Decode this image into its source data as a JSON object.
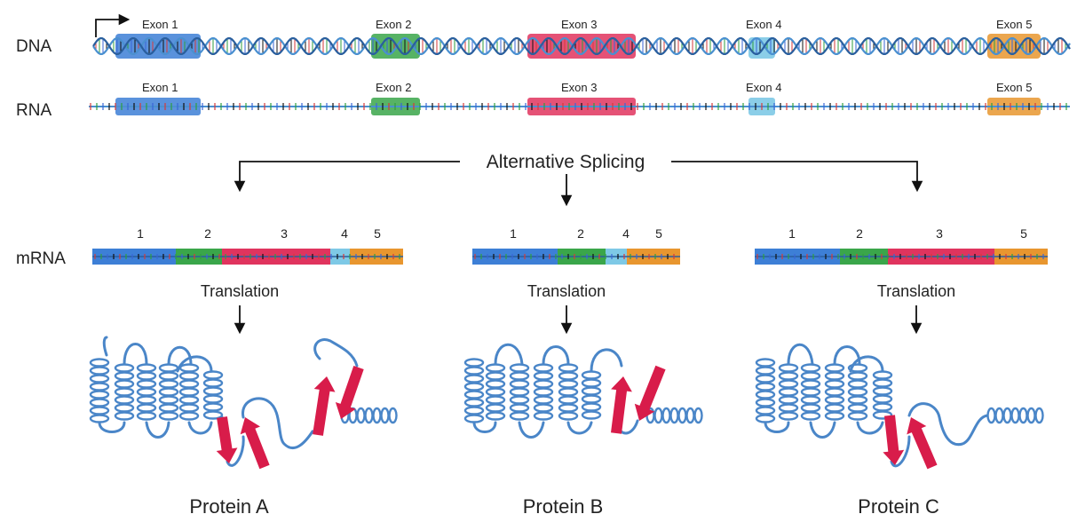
{
  "rows": {
    "dna": "DNA",
    "rna": "RNA",
    "mrna": "mRNA"
  },
  "exons": [
    {
      "label": "Exon  1",
      "num": "1",
      "color": "#3d7fd6"
    },
    {
      "label": "Exon 2",
      "num": "2",
      "color": "#3aa64a"
    },
    {
      "label": "Exon  3",
      "num": "3",
      "color": "#e0345e"
    },
    {
      "label": "Exon 4",
      "num": "4",
      "color": "#7ec9e6"
    },
    {
      "label": "Exon 5",
      "num": "5",
      "color": "#e8962f"
    }
  ],
  "splicing_label": "Alternative Splicing",
  "translation_label": "Translation",
  "proteins": [
    "Protein A",
    "Protein B",
    "Protein C"
  ],
  "colors": {
    "helix": "#4a86c8",
    "sheet": "#d81c4a",
    "dna_strand": "#4a90d0"
  }
}
